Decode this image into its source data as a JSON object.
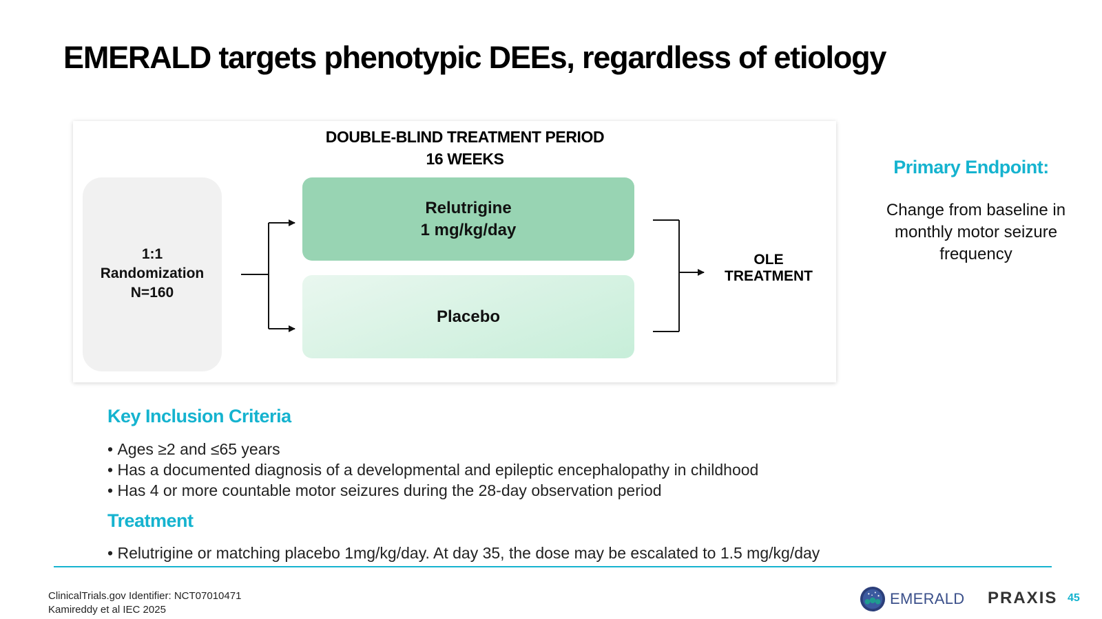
{
  "slide": {
    "title": "EMERALD targets phenotypic DEEs, regardless of etiology",
    "page_number": "45"
  },
  "diagram": {
    "period_line1": "DOUBLE-BLIND TREATMENT PERIOD",
    "period_line2": "16 WEEKS",
    "randomization": [
      "1:1",
      "Randomization",
      "N=160"
    ],
    "arm_active": [
      "Relutrigine",
      "1 mg/kg/day"
    ],
    "arm_placebo": "Placebo",
    "ole": [
      "OLE",
      "TREATMENT"
    ]
  },
  "endpoint": {
    "title": "Primary Endpoint:",
    "text": "Change from baseline in monthly motor seizure frequency"
  },
  "inclusion": {
    "title": "Key Inclusion Criteria",
    "items": [
      "Ages ≥2 and ≤65 years",
      "Has a documented diagnosis of a developmental and epileptic encephalopathy in childhood",
      "Has 4 or more countable motor seizures during the 28-day observation period"
    ]
  },
  "treatment": {
    "title": "Treatment",
    "items": [
      "Relutrigine or matching placebo 1mg/kg/day. At day 35, the dose may be escalated to 1.5 mg/kg/day"
    ]
  },
  "footer": {
    "line1": "ClinicalTrials.gov Identifier: NCT07010471",
    "line2": "Kamireddy et al IEC 2025",
    "emerald_logo_text": "EMERALD",
    "praxis_logo_text_pre": "PRA",
    "praxis_logo_text_x": "X",
    "praxis_logo_text_post": "IS"
  },
  "colors": {
    "accent": "#15b3cf",
    "active_arm": "#98d4b3",
    "placebo_arm": "#d6f3e3",
    "randomization_box": "#f1f1f1"
  },
  "icons": [
    "emerald-logo-icon",
    "praxis-logo-icon",
    "arrow-right-icon"
  ]
}
